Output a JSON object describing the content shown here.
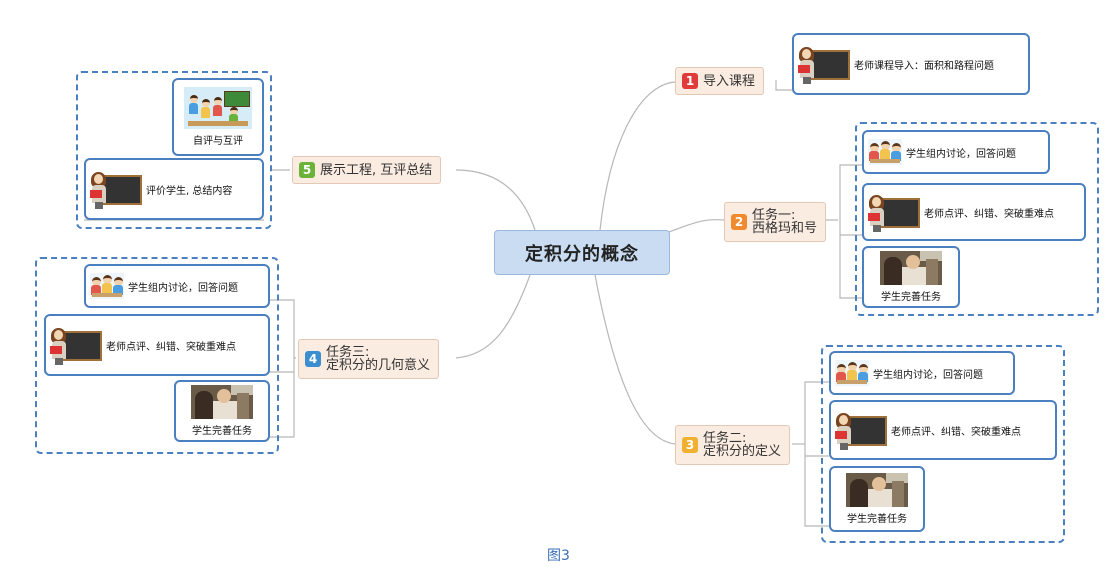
{
  "central": {
    "title": "定积分的概念"
  },
  "branches": [
    {
      "num": "1",
      "color": "#e03a3a",
      "label": "导入课程"
    },
    {
      "num": "2",
      "color": "#f08a2e",
      "label": "任务一:\n西格玛和号"
    },
    {
      "num": "3",
      "color": "#f0b030",
      "label": "任务二:\n定积分的定义"
    },
    {
      "num": "4",
      "color": "#3b8ed0",
      "label": "任务三:\n定积分的几何意义"
    },
    {
      "num": "5",
      "color": "#6bb23a",
      "label": "展示工程, 互评总结"
    }
  ],
  "leaves": {
    "b1_teacher": "老师课程导入：面积和路程问题",
    "b2_students": "学生组内讨论，回答问题",
    "b2_teacher": "老师点评、纠错、突破重难点",
    "b2_photo": "学生完善任务",
    "b3_students": "学生组内讨论，回答问题",
    "b3_teacher": "老师点评、纠错、突破重难点",
    "b3_photo": "学生完善任务",
    "b4_students": "学生组内讨论，回答问题",
    "b4_teacher": "老师点评、纠错、突破重难点",
    "b4_photo": "学生完善任务",
    "b5_classroom": "自评与互评",
    "b5_teacher": "评价学生, 总结内容"
  },
  "icons": {
    "teacher": "teacher-blackboard-icon",
    "students": "students-discussion-icon",
    "photo": "students-photo-icon",
    "classroom": "classroom-icon"
  },
  "caption": "图3",
  "colors": {
    "central_bg": "#c9dcf2",
    "topic_bg": "#fbece2",
    "frame": "#4a7fc0",
    "caption": "#3a6fb8"
  }
}
